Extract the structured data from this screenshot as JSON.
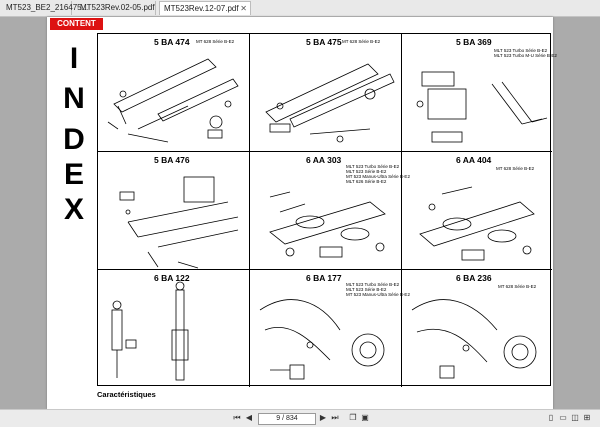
{
  "tabs": [
    {
      "label": "MT523_BE2_216475..."
    },
    {
      "label": "MT523Rev.02-05.pdf"
    },
    {
      "label": "MT523Rev.12-07.pdf"
    }
  ],
  "document": {
    "content_badge": "CONTENT",
    "index_letters": [
      "I",
      "N",
      "D",
      "E",
      "X"
    ],
    "cells": [
      {
        "code": "5 BA 474",
        "note": "MT 628 Série B-E2"
      },
      {
        "code": "5 BA 475",
        "note": "MT 628 Série B-E2"
      },
      {
        "code": "5 BA 369",
        "note": "MLT 523 Turbo Série B-E2\nMLT 523 Turbo M-U Série B-E2"
      },
      {
        "code": "5 BA 476",
        "note": ""
      },
      {
        "code": "6 AA 303",
        "note": "MLT 523 Turbo Série B-E2\nMLT 523 Série B-E2\nMT 523 Manus-Ultra Série B-E2\nMLT 626 Série B-E2"
      },
      {
        "code": "6 AA 404",
        "note": "MT 628 Série B-E2"
      },
      {
        "code": "6 BA 122",
        "note": ""
      },
      {
        "code": "6 BA 177",
        "note": "MLT 523 Turbo Série B-E2\nMLT 523 Série B-E2\nMT 523 Manus-Ultra Série B-E2"
      },
      {
        "code": "6 BA 236",
        "note": "MT 628 Série B-E2"
      }
    ],
    "caption": "Caractéristiques"
  },
  "statusbar": {
    "page_value": "9 / 834"
  }
}
